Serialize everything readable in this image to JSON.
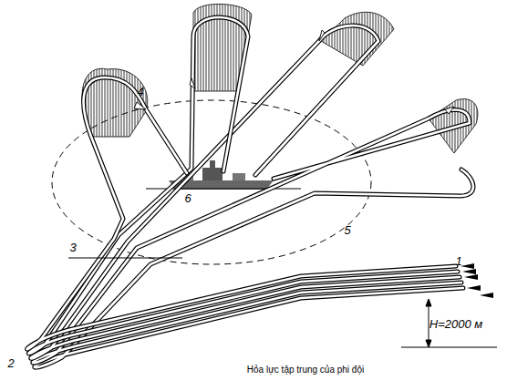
{
  "diagram": {
    "caption": "Hỏa lực tập trung của phi đội",
    "labels": [
      "1",
      "2",
      "3",
      "4",
      "5",
      "6",
      "H=2000 м"
    ]
  }
}
